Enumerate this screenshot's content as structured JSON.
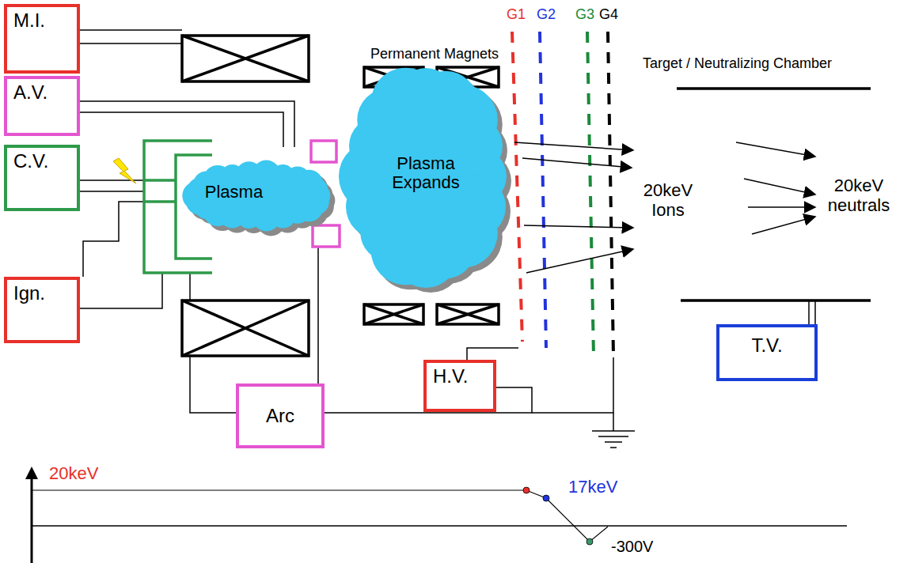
{
  "diagram": {
    "nodes": [
      {
        "text": [
          "M.I."
        ]
      },
      {
        "text": [
          "A.V."
        ]
      },
      {
        "text": [
          "C.V."
        ]
      },
      {
        "text": [
          "Plasma"
        ]
      },
      {
        "text": [
          "Plasma Expands"
        ]
      },
      {
        "text": [
          "Ign."
        ]
      },
      {
        "text": [
          "H.V."
        ]
      },
      {
        "text": [
          "T.V."
        ]
      },
      {
        "text": [
          "Arc"
        ]
      }
    ],
    "labels": [
      "Permanent Magnets",
      "G1",
      "G2",
      "G3",
      "G4",
      "Target / Neutralizing Chamber",
      "20keV Ions",
      "20keV neutrals",
      "20keV",
      "17keV",
      "-300V"
    ]
  }
}
